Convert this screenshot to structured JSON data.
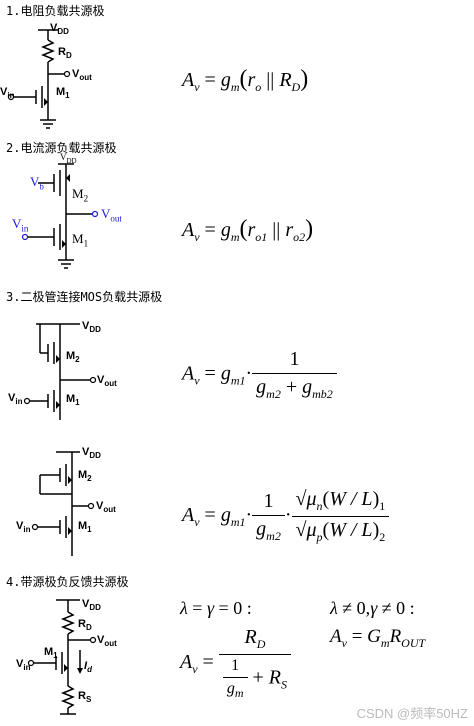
{
  "sections": [
    {
      "title": "1.电阻负载共源极"
    },
    {
      "title": "2.电流源负载共源极"
    },
    {
      "title": "3.二极管连接MOS负载共源极"
    },
    {
      "title": "4.带源极负反馈共源极"
    }
  ],
  "labels": {
    "vdd": "V",
    "vdd_sub": "DD",
    "rd": "R",
    "rd_sub": "D",
    "rs": "R",
    "rs_sub": "S",
    "vout": "V",
    "vout_sub": "out",
    "vin": "V",
    "vin_sub": "in",
    "m1": "M",
    "m1_sub": "1",
    "m2": "M",
    "m2_sub": "2",
    "vb": "V",
    "vb_sub": "b",
    "id": "I",
    "id_sub": "d"
  },
  "watermark": "CSDN @频率50HZ"
}
